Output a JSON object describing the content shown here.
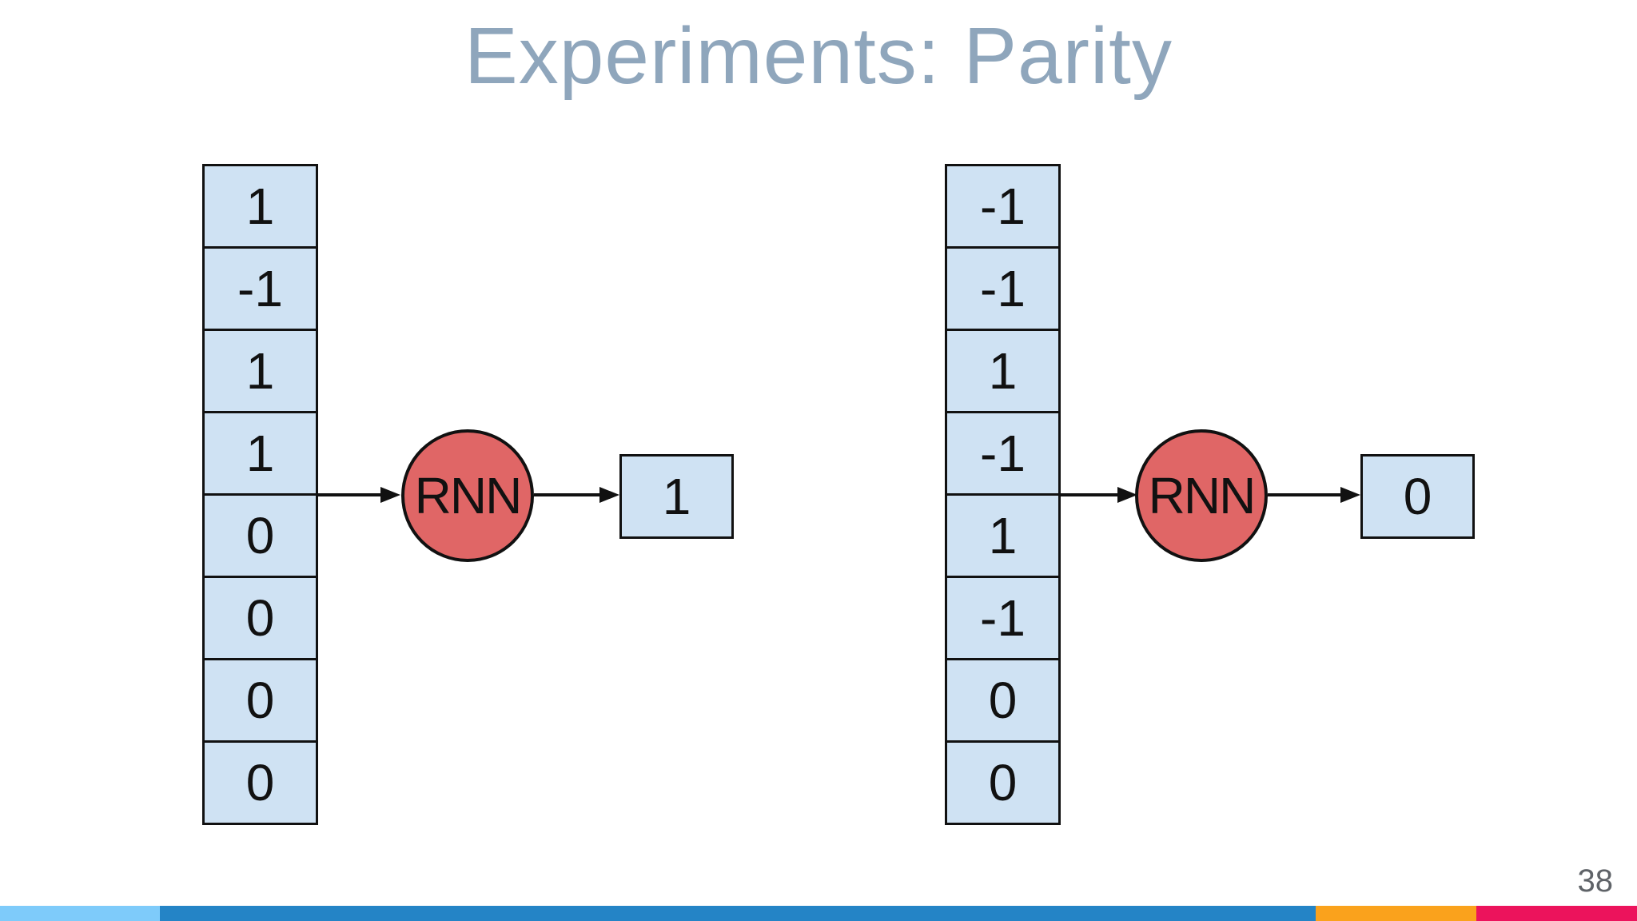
{
  "slide": {
    "title": "Experiments: Parity",
    "page_number": "38"
  },
  "diagrams": [
    {
      "id": "left",
      "input_cells": [
        "1",
        "-1",
        "1",
        "1",
        "0",
        "0",
        "0",
        "0"
      ],
      "node_label": "RNN",
      "output": "1"
    },
    {
      "id": "right",
      "input_cells": [
        "-1",
        "-1",
        "1",
        "-1",
        "1",
        "-1",
        "0",
        "0"
      ],
      "node_label": "RNN",
      "output": "0"
    }
  ],
  "colors": {
    "title_text": "#8fa6bc",
    "page_number_text": "#5f6368",
    "cell_fill": "#cfe2f3",
    "node_fill": "#e06666",
    "footer_segments": [
      {
        "name": "light-blue",
        "color": "#7ecbfa"
      },
      {
        "name": "dark-blue",
        "color": "#2484c6"
      },
      {
        "name": "orange",
        "color": "#faa21c"
      },
      {
        "name": "pink",
        "color": "#ec135c"
      }
    ]
  }
}
